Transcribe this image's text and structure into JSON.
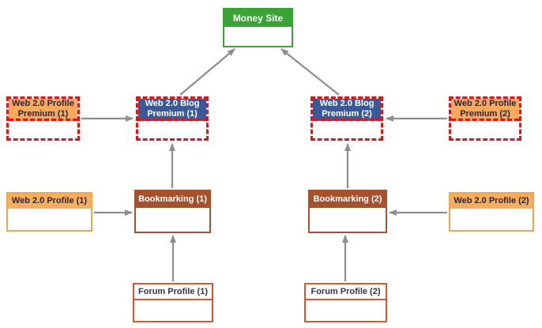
{
  "diagram": {
    "kind": "link-building-pyramid",
    "nodes": {
      "money_site": {
        "label": "Money Site",
        "type": "money-site"
      },
      "blog_premium_1": {
        "label": "Web 2.0 Blog Premium (1)",
        "type": "web20-blog-premium"
      },
      "blog_premium_2": {
        "label": "Web 2.0 Blog Premium (2)",
        "type": "web20-blog-premium"
      },
      "profile_premium_1": {
        "label": "Web 2.0 Profile Premium (1)",
        "type": "web20-profile-premium"
      },
      "profile_premium_2": {
        "label": "Web 2.0 Profile Premium (2)",
        "type": "web20-profile-premium"
      },
      "bookmarking_1": {
        "label": "Bookmarking (1)",
        "type": "bookmarking"
      },
      "bookmarking_2": {
        "label": "Bookmarking (2)",
        "type": "bookmarking"
      },
      "profile_1": {
        "label": "Web 2.0 Profile (1)",
        "type": "web20-profile"
      },
      "profile_2": {
        "label": "Web 2.0 Profile (2)",
        "type": "web20-profile"
      },
      "forum_1": {
        "label": "Forum Profile (1)",
        "type": "forum-profile"
      },
      "forum_2": {
        "label": "Forum Profile (2)",
        "type": "forum-profile"
      }
    },
    "edges": [
      {
        "from": "blog_premium_1",
        "to": "money_site"
      },
      {
        "from": "blog_premium_2",
        "to": "money_site"
      },
      {
        "from": "profile_premium_1",
        "to": "blog_premium_1"
      },
      {
        "from": "profile_premium_2",
        "to": "blog_premium_2"
      },
      {
        "from": "bookmarking_1",
        "to": "blog_premium_1"
      },
      {
        "from": "bookmarking_2",
        "to": "blog_premium_2"
      },
      {
        "from": "profile_1",
        "to": "bookmarking_1"
      },
      {
        "from": "profile_2",
        "to": "bookmarking_2"
      },
      {
        "from": "forum_1",
        "to": "bookmarking_1"
      },
      {
        "from": "forum_2",
        "to": "bookmarking_2"
      }
    ],
    "colors": {
      "money_site_green": "#3aa335",
      "premium_blue": "#3b5998",
      "orange_header": "#f8ad5b",
      "orange_border": "#f3a44f",
      "bookmarking_brown": "#a5512d",
      "forum_red": "#e94f2a",
      "dashed_red": "#ee0f0f",
      "arrow_gray": "#8d8d8d"
    }
  }
}
